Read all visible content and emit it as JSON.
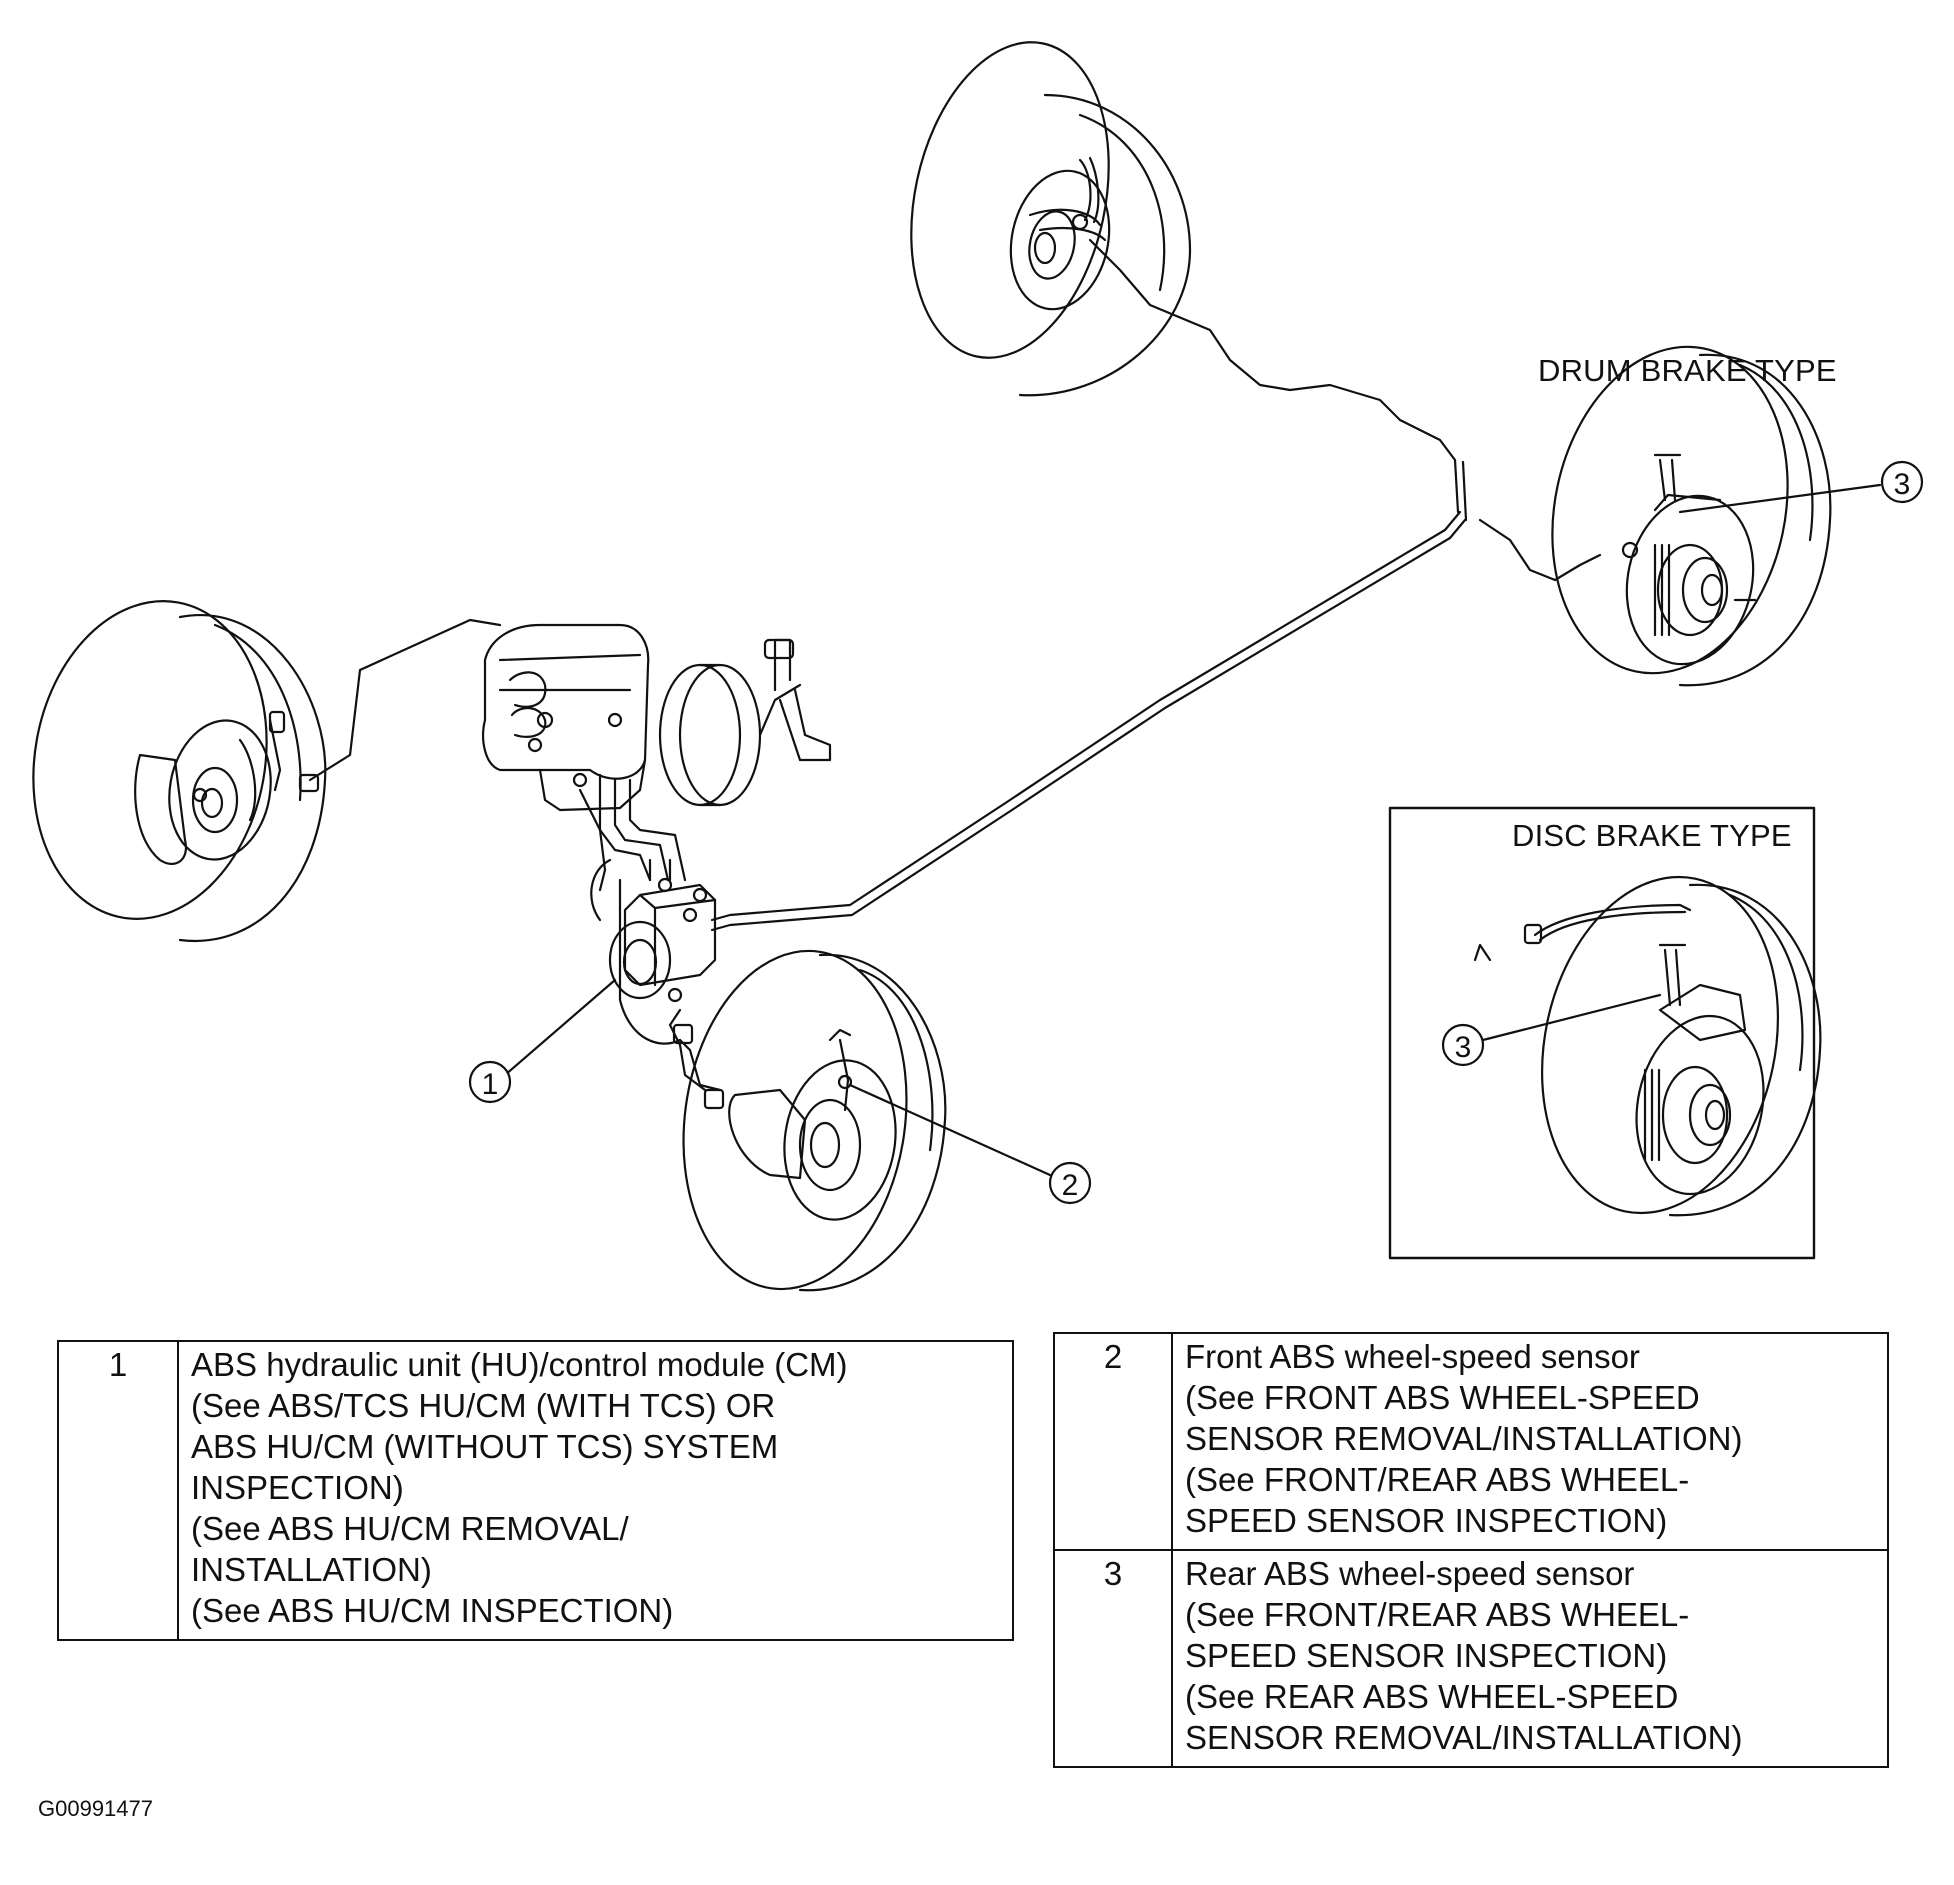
{
  "figure_id": "G00991477",
  "inset_labels": {
    "drum": "DRUM BRAKE TYPE",
    "disc": "DISC BRAKE TYPE"
  },
  "callouts": [
    "1",
    "2",
    "3"
  ],
  "legend": [
    {
      "num": "1",
      "lines": [
        "ABS hydraulic unit (HU)/control module (CM)",
        "(See  ABS/TCS HU/CM (WITH TCS) OR",
        "ABS HU/CM (WITHOUT TCS) SYSTEM",
        "INSPECTION)",
        "(See  ABS HU/CM REMOVAL/",
        "INSTALLATION)",
        "(See  ABS HU/CM INSPECTION)"
      ]
    },
    {
      "num": "2",
      "lines": [
        "Front ABS wheel-speed sensor",
        "(See  FRONT ABS WHEEL-SPEED",
        "SENSOR REMOVAL/INSTALLATION)",
        "(See  FRONT/REAR ABS WHEEL-",
        "SPEED SENSOR INSPECTION)"
      ]
    },
    {
      "num": "3",
      "lines": [
        "Rear ABS wheel-speed sensor",
        "(See FRONT/REAR ABS WHEEL-",
        "SPEED SENSOR INSPECTION)",
        "(See  REAR ABS WHEEL-SPEED",
        "SENSOR REMOVAL/INSTALLATION)"
      ]
    }
  ]
}
